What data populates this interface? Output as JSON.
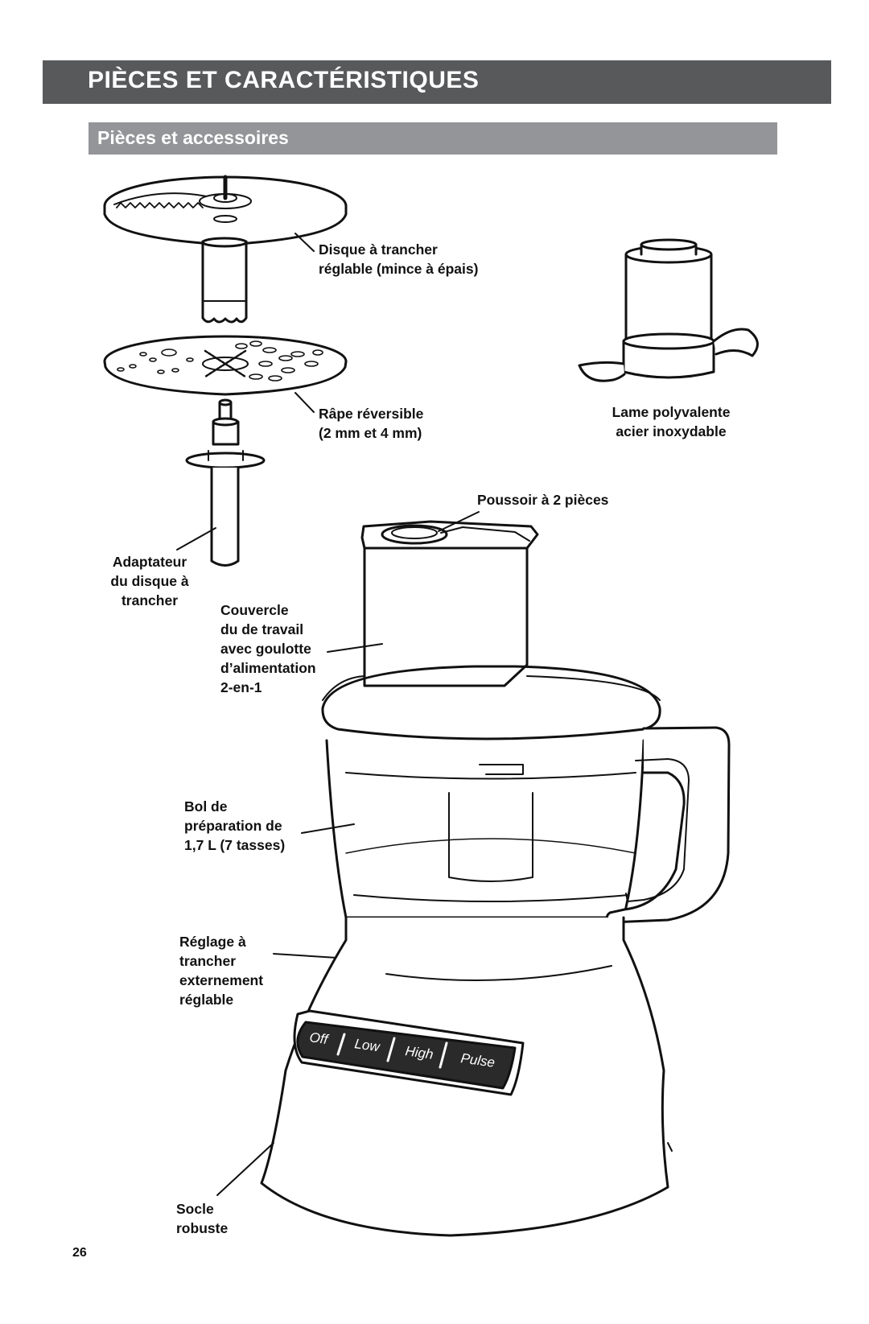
{
  "header": {
    "title": "PIÈCES ET CARACTÉRISTIQUES",
    "subtitle": "Pièces et accessoires"
  },
  "labels": {
    "slicing_disc": [
      "Disque à trancher",
      "réglable (mince à épais)"
    ],
    "reversible_shredder": [
      "Râpe réversible",
      "(2 mm et 4 mm)"
    ],
    "multipurpose_blade": [
      "Lame polyvalente",
      "acier inoxydable"
    ],
    "pusher": [
      "Poussoir à 2 pièces"
    ],
    "adapter": [
      "Adaptateur",
      "du disque à",
      "trancher"
    ],
    "lid": [
      "Couvercle",
      "du de travail",
      "avec goulotte",
      "d’alimentation",
      "2-en-1"
    ],
    "bowl": [
      "Bol de",
      "préparation de",
      "1,7 L (7 tasses)"
    ],
    "slicing_control": [
      "Réglage à",
      "trancher",
      "externement",
      "réglable"
    ],
    "base": [
      "Socle",
      "robuste"
    ]
  },
  "controls": {
    "off": "Off",
    "low": "Low",
    "high": "High",
    "pulse": "Pulse"
  },
  "page_number": "26"
}
